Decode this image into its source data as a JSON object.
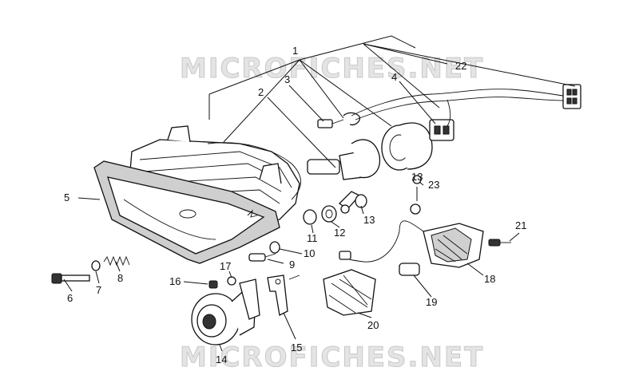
{
  "watermark": {
    "top": "MICROFICHES.NET",
    "bottom": "MICROFICHES.NET"
  },
  "callouts": [
    {
      "id": "1",
      "label": "1"
    },
    {
      "id": "2",
      "label": "2"
    },
    {
      "id": "3",
      "label": "3"
    },
    {
      "id": "4",
      "label": "4"
    },
    {
      "id": "5",
      "label": "5"
    },
    {
      "id": "6",
      "label": "6"
    },
    {
      "id": "7",
      "label": "7"
    },
    {
      "id": "8",
      "label": "8"
    },
    {
      "id": "9",
      "label": "9"
    },
    {
      "id": "10",
      "label": "10"
    },
    {
      "id": "11",
      "label": "11"
    },
    {
      "id": "12",
      "label": "12"
    },
    {
      "id": "13a",
      "label": "13"
    },
    {
      "id": "13b",
      "label": "13"
    },
    {
      "id": "14",
      "label": "14"
    },
    {
      "id": "15",
      "label": "15"
    },
    {
      "id": "16",
      "label": "16"
    },
    {
      "id": "17",
      "label": "17"
    },
    {
      "id": "18",
      "label": "18"
    },
    {
      "id": "19",
      "label": "19"
    },
    {
      "id": "20",
      "label": "20"
    },
    {
      "id": "21",
      "label": "21"
    },
    {
      "id": "22",
      "label": "22"
    },
    {
      "id": "23",
      "label": "23"
    }
  ],
  "colors": {
    "line": "#111111",
    "watermark_fill": "#e4e4e4",
    "background": "#ffffff"
  }
}
